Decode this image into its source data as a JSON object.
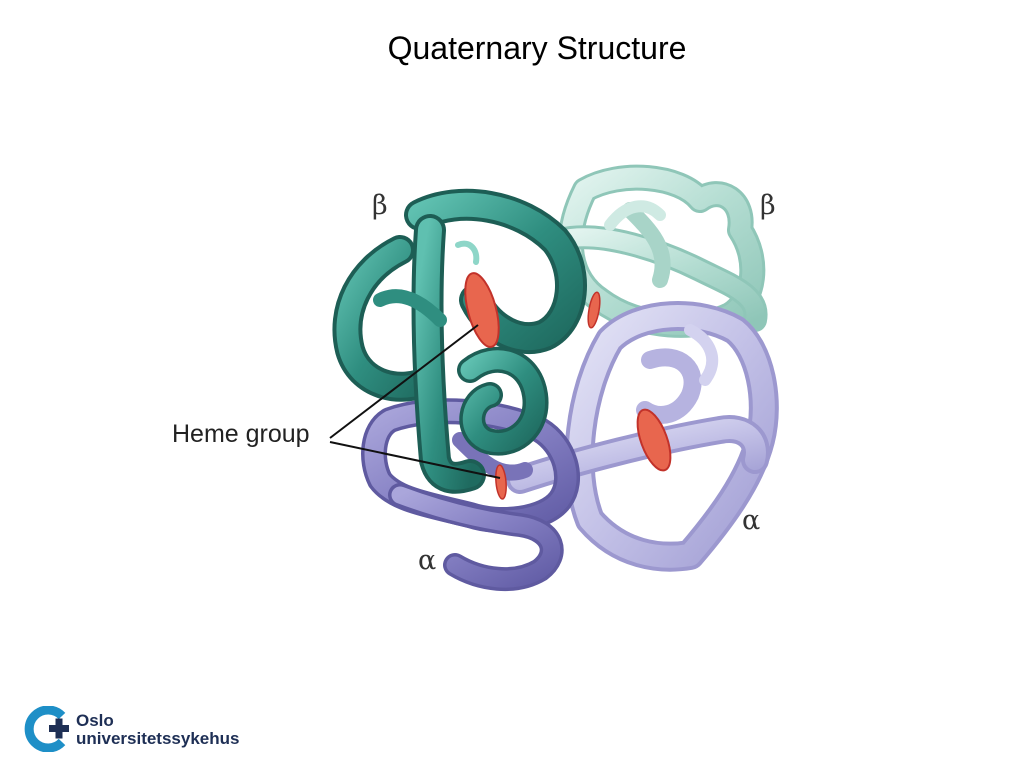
{
  "slide": {
    "title": "Quaternary Structure"
  },
  "diagram": {
    "subunit_labels": [
      "β",
      "β",
      "α",
      "α"
    ],
    "heme_label": "Heme group"
  },
  "logo": {
    "line1": "Oslo",
    "line2": "universitetssykehus"
  },
  "colors": {
    "beta_dark": "#3e9a8c",
    "beta_light": "#b9e0d6",
    "alpha_dark": "#8d86c6",
    "alpha_light": "#c9c8ea",
    "heme": "#e8664e",
    "logo_blue": "#1e8fc7",
    "logo_navy": "#1e2f55"
  }
}
